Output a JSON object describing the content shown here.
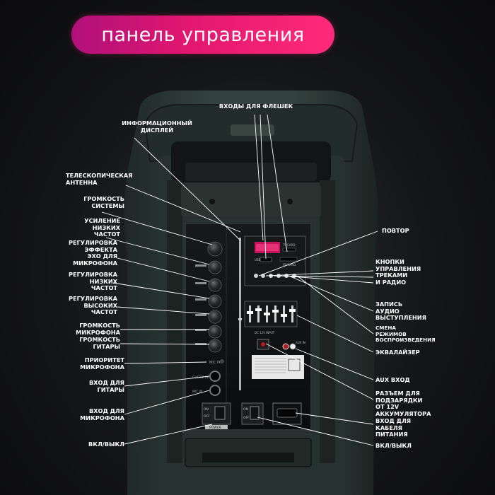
{
  "title": "панель управления",
  "colors": {
    "title_gradient_start": "#b0107a",
    "title_gradient_end": "#ff2a7a",
    "speaker_body": "#2f3b38",
    "panel": "#0e0f10",
    "display": "#c4145a"
  },
  "device_text": {
    "tf_card": "TF CARD",
    "sd_card": "SD CARD",
    "usb": "USB",
    "dc_input": "DC 12V INPUT",
    "aux_in": "AUX IN",
    "mic_pri": "MIC PRI",
    "guitar_in": "GUITAR IN",
    "mic_in": "MIC IN",
    "power": "POWER",
    "on": "ON",
    "off": "OFF"
  },
  "labels": {
    "flash_inputs": "ВХОДЫ ДЛЯ ФЛЕШЕК",
    "info_display": "ИНФОРМАЦИОННЫЙ\nДИСПЛЕЙ",
    "antenna": "ТЕЛЕСКОПИЧЕСКАЯ\nАНТЕННА",
    "system_volume": "ГРОМКОСТЬ\nСИСТЕМЫ",
    "bass_boost": "УСИЛЕНИЕ\nНИЗКИХ\nЧАСТОТ",
    "echo": "РЕГУЛИРОВКА\nЭФФЕКТА\nЭХО ДЛЯ\nМИКРОФОНА",
    "bass": "РЕГУЛИРОВКА\nНИЗКИХ\nЧАСТОТ",
    "treble": "РЕГУЛИРОВКА\nВЫСОКИХ\nЧАСТОТ",
    "mic_volume": "ГРОМКОСТЬ\nМИКРОФОНА",
    "guitar_volume": "ГРОМКОСТЬ\nГИТАРЫ",
    "mic_priority": "ПРИОРИТЕТ\nМИКРОФОНА",
    "guitar_input": "ВХОД ДЛЯ\nГИТАРЫ",
    "mic_input": "ВХОД ДЛЯ\nМИКРОФОНА",
    "on_off_left": "ВКЛ/ВЫКЛ",
    "repeat": "ПОВТОР",
    "track_buttons": "КНОПКИ\nУПРАВЛЕНИЯ\nТРЕКАМИ\nИ РАДИО",
    "record": "ЗАПИСЬ\nАУДИО\nВЫСТУПЛЕНИЯ",
    "mode_change": "СМЕНА\nРЕЖИМОВ\nВОСПРОИЗВЕДЕНИЯ",
    "equalizer": "ЭКВАЛАЙЗЕР",
    "aux_input": "AUX ВХОД",
    "battery_jack": "РАЗЪЕМ ДЛЯ\nПОДЗАРЯДКИ\nОТ 12V\nАККУМУЛЯТОРА",
    "power_cable": "ВХОД ДЛЯ\nКАБЕЛЯ\nПИТАНИЯ",
    "on_off_right": "ВКЛ/ВЫКЛ"
  }
}
